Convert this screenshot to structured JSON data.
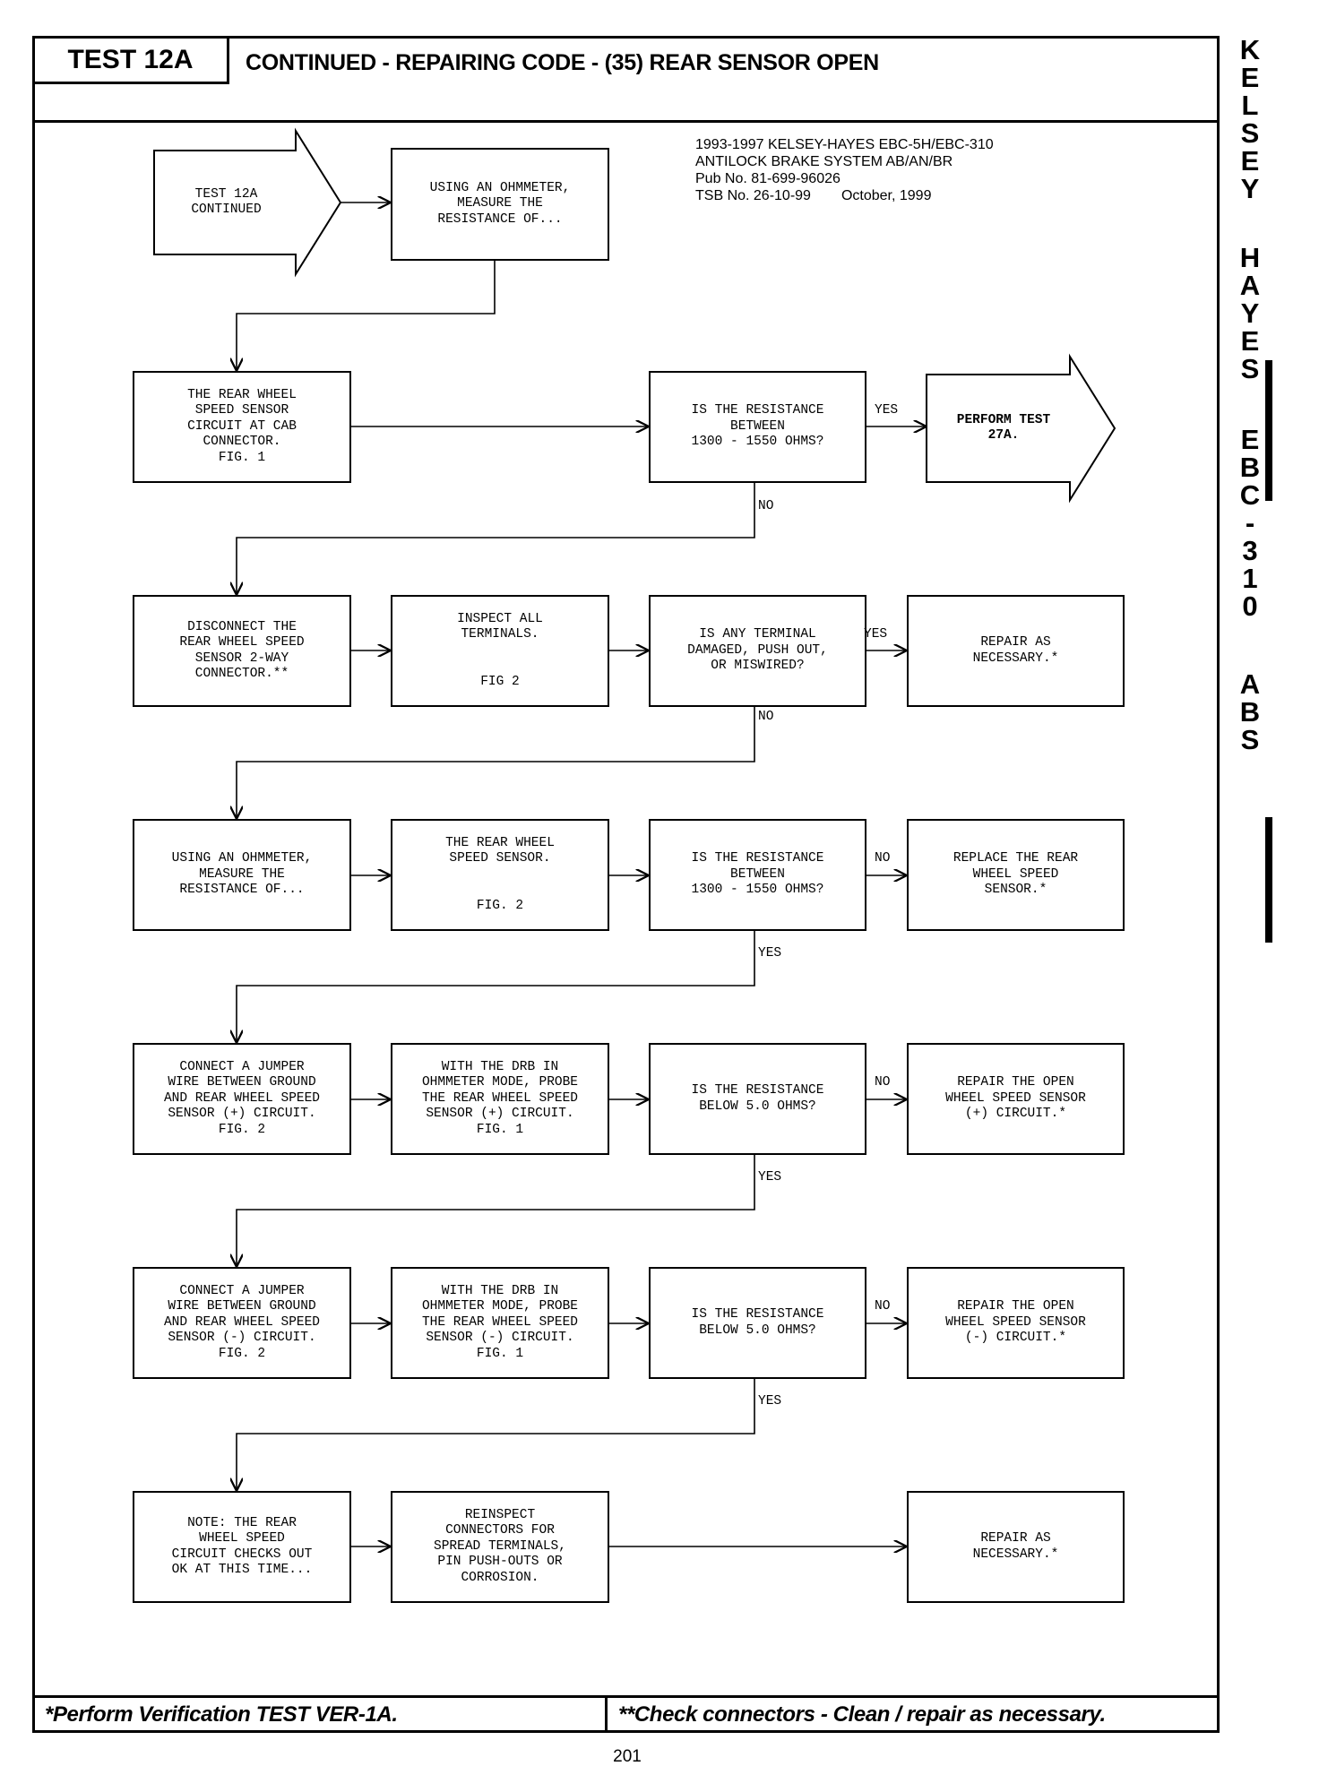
{
  "header": {
    "test_tab": "TEST 12A",
    "title": "CONTINUED - REPAIRING CODE - (35) REAR SENSOR OPEN"
  },
  "pub_info": {
    "line1": "1993-1997 KELSEY-HAYES EBC-5H/EBC-310",
    "line2": "ANTILOCK BRAKE SYSTEM AB/AN/BR",
    "line3": "Pub No. 81-699-96026",
    "line4": "TSB No. 26-10-99",
    "date": "October, 1999"
  },
  "side_label": {
    "letters1": [
      "K",
      "E",
      "L",
      "S",
      "E",
      "Y"
    ],
    "letters2": [
      "H",
      "A",
      "Y",
      "E",
      "S"
    ],
    "letters3": [
      "E",
      "B",
      "C",
      "-",
      "3",
      "1",
      "0"
    ],
    "letters4": [
      "A",
      "B",
      "S"
    ]
  },
  "flow": {
    "start": "TEST 12A\nCONTINUED",
    "measure1": "USING AN OHMMETER,\nMEASURE THE\nRESISTANCE OF...",
    "cab_conn": "THE REAR WHEEL\nSPEED SENSOR\nCIRCUIT AT CAB\nCONNECTOR.\nFIG. 1",
    "q1": "IS THE RESISTANCE\nBETWEEN\n1300 - 1550 OHMS?",
    "perform27": "PERFORM TEST\n27A.",
    "disconnect": "DISCONNECT THE\nREAR WHEEL SPEED\nSENSOR 2-WAY\nCONNECTOR.**",
    "inspect": "INSPECT ALL\nTERMINALS.\n\n\nFIG 2",
    "q2": "IS ANY TERMINAL\nDAMAGED, PUSH OUT,\nOR MISWIRED?",
    "repair1": "REPAIR AS\nNECESSARY.*",
    "measure2": "USING AN OHMMETER,\nMEASURE THE\nRESISTANCE OF...",
    "sensor": "THE REAR WHEEL\nSPEED SENSOR.\n\n\nFIG. 2",
    "q3": "IS THE RESISTANCE\nBETWEEN\n1300 - 1550 OHMS?",
    "replace": "REPLACE THE REAR\nWHEEL SPEED\nSENSOR.*",
    "jumper_pos": "CONNECT A JUMPER\nWIRE BETWEEN GROUND\nAND REAR WHEEL SPEED\nSENSOR (+) CIRCUIT.\nFIG. 2",
    "probe_pos": "WITH THE DRB IN\nOHMMETER MODE, PROBE\nTHE REAR WHEEL SPEED\nSENSOR (+) CIRCUIT.\nFIG. 1",
    "q4": "IS THE RESISTANCE\nBELOW 5.0 OHMS?",
    "repair_open_pos": "REPAIR THE OPEN\nWHEEL SPEED SENSOR\n(+) CIRCUIT.*",
    "jumper_neg": "CONNECT A JUMPER\nWIRE BETWEEN GROUND\nAND REAR WHEEL SPEED\nSENSOR (-) CIRCUIT.\nFIG. 2",
    "probe_neg": "WITH THE DRB IN\nOHMMETER MODE, PROBE\nTHE REAR WHEEL SPEED\nSENSOR (-) CIRCUIT.\nFIG. 1",
    "q5": "IS THE RESISTANCE\nBELOW 5.0 OHMS?",
    "repair_open_neg": "REPAIR THE OPEN\nWHEEL SPEED SENSOR\n(-) CIRCUIT.*",
    "note": "NOTE:  THE REAR\nWHEEL SPEED\nCIRCUIT CHECKS OUT\nOK AT THIS TIME...",
    "reinspect": "REINSPECT\nCONNECTORS FOR\nSPREAD TERMINALS,\nPIN PUSH-OUTS OR\nCORROSION.",
    "repair_final": "REPAIR AS\nNECESSARY.*"
  },
  "labels": {
    "yes": "YES",
    "no": "NO"
  },
  "footer": {
    "left": "*Perform Verification TEST VER-1A.",
    "right": "**Check connectors - Clean / repair as necessary.",
    "page": "201"
  }
}
